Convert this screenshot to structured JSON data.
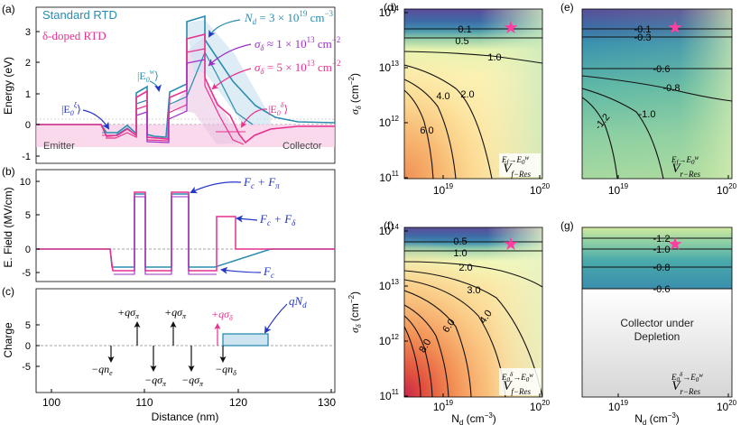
{
  "panels": {
    "a": {
      "label": "(a)",
      "ylabel": "Energy (eV)",
      "yticks": [
        "-1",
        "0",
        "1",
        "2",
        "3"
      ],
      "legend_std": "Standard RTD",
      "legend_delta": "δ-doped RTD",
      "nd_prefix": "N",
      "nd_sub": "d",
      "nd_eq": " = 3 × 10",
      "nd_exp": "19",
      "nd_unit": " cm",
      "nd_unit_exp": "−3",
      "sig1_prefix": "σ",
      "sig1_sub": "δ",
      "sig1_eq": " ≈ 1 × 10",
      "sig1_exp": "13",
      "sig1_unit": " cm",
      "sig1_unit_exp": "−2",
      "sig2_prefix": "σ",
      "sig2_sub": "δ",
      "sig2_eq": " = 5 × 10",
      "sig2_exp": "13",
      "sig2_unit": " cm",
      "sig2_unit_exp": "−2",
      "ew_base": "|E",
      "ew_sub": "0",
      "ew_sup": "w",
      "ew_end": "⟩",
      "ef_base": "|E",
      "ef_sub": "0",
      "ef_sup": "ξ",
      "ef_end": "⟩",
      "ed_base": "|E",
      "ed_sub": "0",
      "ed_sup": "δ",
      "ed_end": "⟩",
      "emitter": "Emitter",
      "collector": "Collector"
    },
    "b": {
      "label": "(b)",
      "ylabel": "E. Field (MV/cm)",
      "yticks": [
        "-5",
        "0",
        "5",
        "10"
      ],
      "ann1": "F",
      "ann1_sub": "c",
      "ann1_plus": " + F",
      "ann1_sub2": "π",
      "ann2": "F",
      "ann2_sub": "c",
      "ann2_plus": " + F",
      "ann2_sub2": "δ",
      "ann3": "F",
      "ann3_sub": "c"
    },
    "c": {
      "label": "(c)",
      "ylabel": "Charge",
      "yticks": [
        "-5",
        "0",
        "5"
      ],
      "xlabel": "Distance (nm)",
      "xticks": [
        "100",
        "110",
        "120",
        "130"
      ],
      "q_me": "−qn",
      "q_me_sub": "e",
      "q_sp1": "+qσ",
      "q_sp1_sub": "π",
      "q_sp2": "+qσ",
      "q_sp2_sub": "π",
      "q_sd": "+qσ",
      "q_sd_sub": "δ",
      "q_mp1": "−qσ",
      "q_mp1_sub": "π",
      "q_mp2": "−qσ",
      "q_mp2_sub": "π",
      "q_mnd": "−qn",
      "q_mnd_sub": "δ",
      "q_nd": "qN",
      "q_nd_sub": "d"
    },
    "d": {
      "label": "(d)",
      "contours": [
        "0.1",
        "0.5",
        "1.0",
        "2.0",
        "4.0",
        "6.0"
      ],
      "v_base": "V",
      "v_sub": "f−Res",
      "v_sup": "E",
      "v_sup_sub": "f",
      "v_sup_arrow": "→E",
      "v_sup_sub2": "0",
      "v_sup_sup2": "w"
    },
    "e": {
      "label": "(e)",
      "contours": [
        "-0.1",
        "-0.3",
        "-0.6",
        "-0.8",
        "-1.0",
        "-1.2"
      ],
      "v_base": "V",
      "v_sub": "r−Res",
      "v_sup": "E",
      "v_sup_sub": "f",
      "v_sup_arrow": "→E",
      "v_sup_sub2": "0",
      "v_sup_sup2": "w"
    },
    "f": {
      "label": "(f)",
      "contours": [
        "0.5",
        "1.0",
        "2.0",
        "3.0",
        "4.0",
        "6.0",
        "8.0"
      ],
      "v_base": "V",
      "v_sub": "f−Res",
      "v_sup": "E",
      "v_sup_sub": "0",
      "v_sup_sup": "δ",
      "v_sup_arrow": "→E",
      "v_sup_sub2": "0",
      "v_sup_sup2": "w"
    },
    "g": {
      "label": "(g)",
      "contours": [
        "-1.2",
        "-1.0",
        "-0.8",
        "-0.6"
      ],
      "depletion_line1": "Collector under",
      "depletion_line2": "Depletion",
      "v_base": "V",
      "v_sub": "r−Res",
      "v_sup": "E",
      "v_sup_sub": "0",
      "v_sup_sup": "δ",
      "v_sup_arrow": "→E",
      "v_sup_sub2": "0",
      "v_sup_sup2": "w"
    }
  },
  "axes_right": {
    "ylabel_base": "σ",
    "ylabel_sub": "δ",
    "ylabel_unit": " (cm",
    "ylabel_unit_exp": "−2",
    "ylabel_close": ")",
    "xlabel_base": "N",
    "xlabel_sub": "d",
    "xlabel_unit": " (cm",
    "xlabel_unit_exp": "−3",
    "xlabel_close": ")",
    "y_tick_base": "10",
    "y_tick_exps": [
      "11",
      "12",
      "13",
      "14"
    ],
    "x_tick_base": "10",
    "x_tick_exps": [
      "19",
      "20"
    ]
  },
  "colors": {
    "standard": "#2b8cb0",
    "delta": "#e8318f",
    "annotation": "#2436c8",
    "purple": "#9b2fc7",
    "star": "#ff3fa0"
  }
}
